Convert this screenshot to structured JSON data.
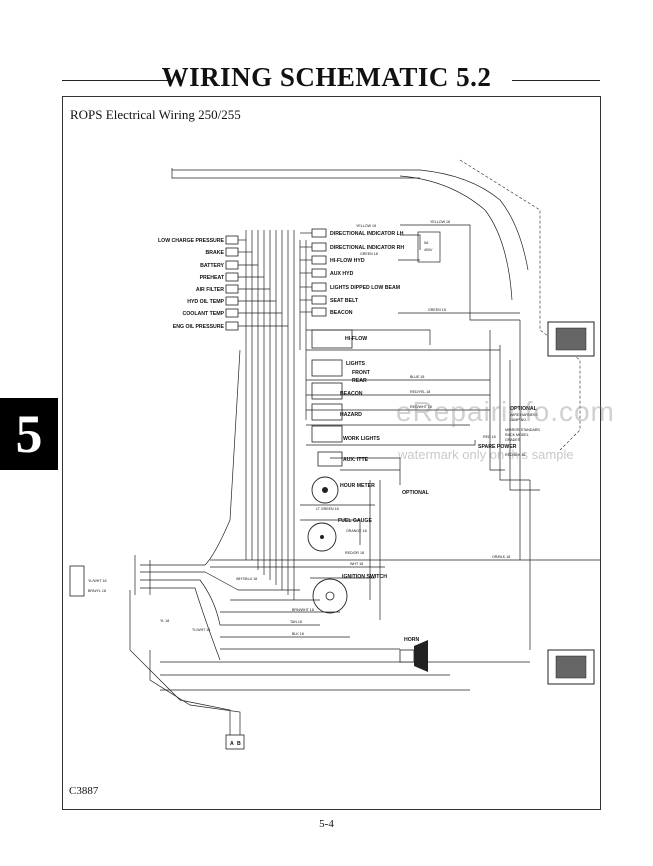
{
  "header": {
    "title": "WIRING SCHEMATIC 5.2"
  },
  "section_tab": "5",
  "subtitle": "ROPS Electrical Wiring 250/255",
  "figure_code": "C3887",
  "page_number": "5-4",
  "watermark": {
    "site": "eRepairinfo.com",
    "note": "watermark only on this sample"
  },
  "gauges": [
    "LOW CHARGE PRESSURE",
    "BRAKE",
    "BATTERY",
    "PREHEAT",
    "AIR FILTER",
    "HYD OIL TEMP",
    "COOLANT TEMP",
    "ENG OIL PRESSURE"
  ],
  "indicators": [
    "DIRECTIONAL INDICATOR LH",
    "DIRECTIONAL INDICATOR RH",
    "HI-FLOW HYD",
    "AUX HYD",
    "LIGHTS DIPPED LOW BEAM",
    "SEAT BELT",
    "BEACON"
  ],
  "switches": [
    "HI-FLOW",
    "LIGHTS",
    "FRONT",
    "REAR",
    "BEACON",
    "HAZARD",
    "WORK LIGHTS",
    "AUX. ITTE"
  ],
  "components": {
    "hour_meter": "HOUR METER",
    "fuel_gauge": "FUEL GAUGE",
    "ignition": "IGNITION SWITCH",
    "horn": "HORN",
    "optional_1": "OPTIONAL",
    "optional_2": "OPTIONAL",
    "spare_power": "SPARE POWER",
    "fuse_rating": "5A",
    "fuse_volt": "400V"
  },
  "notes": [
    "WIRE HARNESS",
    "LAMP NO.",
    "MIRROR STANDARD",
    "RACK MODEL",
    "GRADES"
  ],
  "wire_labels": {
    "yellow": "YELLOW 18",
    "yellow2": "YELLOW 18",
    "green": "GREEN 18",
    "green2": "GREEN 18",
    "blue": "BLUE 18",
    "red_yellow": "RED/YEL 18",
    "red_white": "RED/WHT 18",
    "red": "RED 18",
    "red_black": "RED/BLK 18",
    "red_or": "RED/OR 18",
    "lt_green": "LT GREEN 18",
    "orange": "ORANGE 18",
    "white": "WHT 18",
    "white_blue": "WHT/BLU 18",
    "tan": "TAN 18",
    "brown_white": "BRN/WHT 18",
    "ylw": "YL 18",
    "blk": "BLK 18",
    "ylw_wht": "YL/WHT 18",
    "tl_wht": "TL/WHT 18",
    "brn_yl": "BRN/YL 18",
    "or_blk": "OR/BLK 18"
  },
  "connector_pins": [
    "A",
    "B"
  ]
}
